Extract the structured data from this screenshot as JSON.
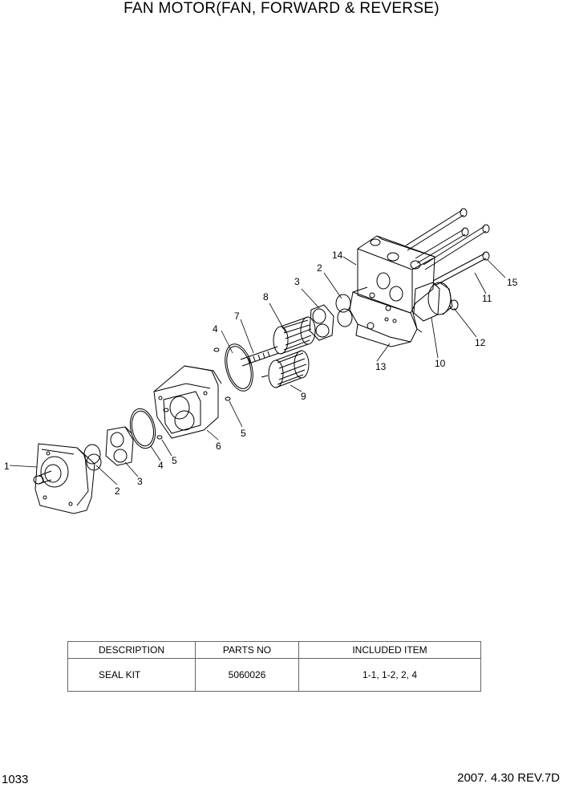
{
  "title": "FAN MOTOR(FAN, FORWARD & REVERSE)",
  "callouts": {
    "c1": "1",
    "c2a": "2",
    "c3a": "3",
    "c4a": "4",
    "c5a": "5",
    "c6": "6",
    "c5b": "5",
    "c4b": "4",
    "c7": "7",
    "c8": "8",
    "c9": "9",
    "c3b": "3",
    "c2b": "2",
    "c14": "14",
    "c13": "13",
    "c10": "10",
    "c12": "12",
    "c11": "11",
    "c15": "15"
  },
  "table": {
    "headers": [
      "DESCRIPTION",
      "PARTS NO",
      "INCLUDED ITEM"
    ],
    "rows": [
      [
        "SEAL KIT",
        "5060026",
        "1-1, 1-2, 2, 4"
      ]
    ]
  },
  "footer": {
    "page_number": "1033",
    "revision": "2007. 4.30  REV.7D"
  }
}
